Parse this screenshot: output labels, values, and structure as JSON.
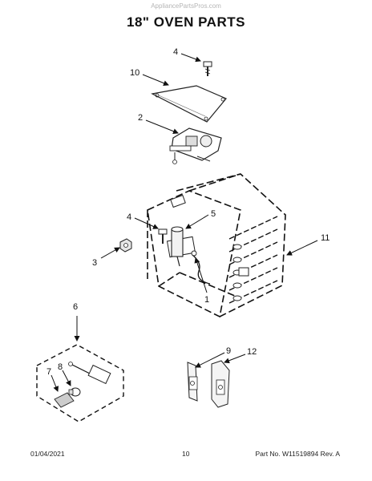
{
  "watermark": "AppliancePartsPros.com",
  "title": "18\" OVEN PARTS",
  "callouts": {
    "c1": "1",
    "c2": "2",
    "c3": "3",
    "c4a": "4",
    "c4b": "4",
    "c5": "5",
    "c6": "6",
    "c7": "7",
    "c8": "8",
    "c9": "9",
    "c10": "10",
    "c11": "11",
    "c12": "12"
  },
  "footer": {
    "date": "01/04/2021",
    "page": "10",
    "part": "Part No. W11519894  Rev. A"
  }
}
